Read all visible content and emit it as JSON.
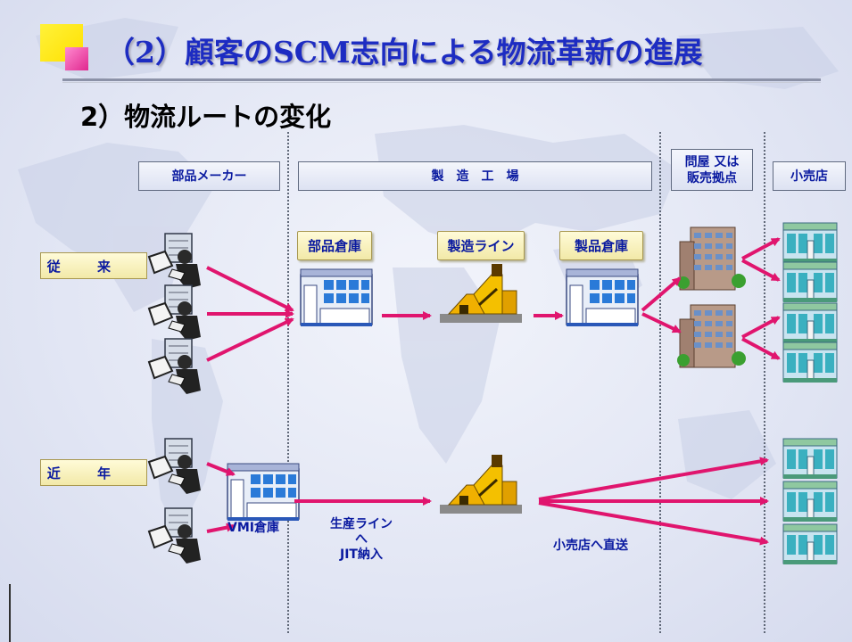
{
  "title": "（2）顧客のSCM志向による物流革新の進展",
  "subtitle": "2）物流ルートの変化",
  "columns": {
    "parts_maker": "部品メーカー",
    "factory": "製　造　工　場",
    "wholesaler_line1": "問屋 又は",
    "wholesaler_line2": "販売拠点",
    "retailer": "小売店"
  },
  "rows": {
    "traditional": "従 来",
    "recent": "近 年"
  },
  "facilities": {
    "parts_warehouse": "部品倉庫",
    "production_line": "製造ライン",
    "product_warehouse": "製品倉庫",
    "vmi_warehouse": "VMI倉庫"
  },
  "notes": {
    "jit_line1": "生産ライン",
    "jit_line2": "へ",
    "jit_line3": "JIT納入",
    "direct": "小売店へ直送"
  },
  "colors": {
    "title": "#1d2cc2",
    "label": "#0a1aa0",
    "arrow": "#e0156e",
    "pill_bg": "#fffbd8"
  }
}
